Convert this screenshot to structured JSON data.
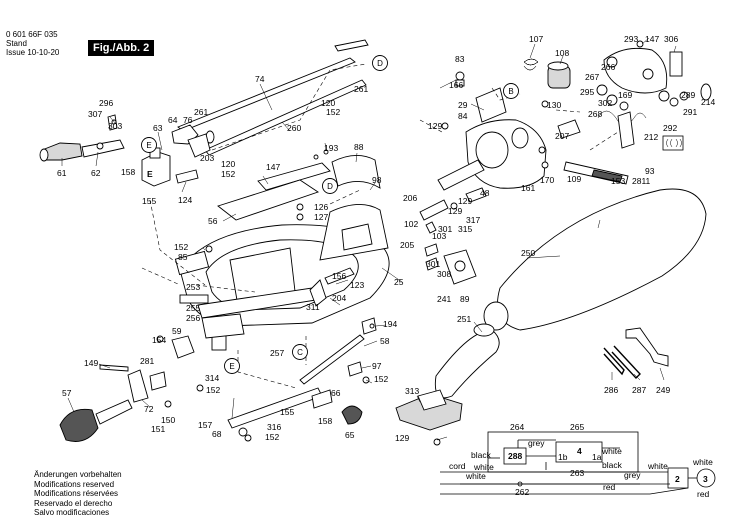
{
  "header": {
    "part_number": "0 601 66F 035",
    "stand_label": "Stand",
    "stand_value": "",
    "issue_label": "Issue",
    "issue_value": "10-10-20",
    "figure_label": "Fig./Abb. 2"
  },
  "notes": [
    "Änderungen vorbehalten",
    "Modifications reserved",
    "Modifications réservées",
    "Reservado el derecho",
    "Salvo modificaciones"
  ],
  "circle_refs": [
    "D",
    "B",
    "E",
    "D",
    "E",
    "C"
  ],
  "callouts": [
    "74",
    "260",
    "261",
    "120",
    "152",
    "296",
    "307",
    "303",
    "61",
    "62",
    "63",
    "64",
    "76",
    "261",
    "203",
    "158",
    "E",
    "155",
    "124",
    "120",
    "152",
    "147",
    "193",
    "88",
    "56",
    "126",
    "127",
    "98",
    "152",
    "85",
    "253",
    "255",
    "256",
    "59",
    "154",
    "257",
    "149",
    "281",
    "314",
    "57",
    "72",
    "152",
    "150",
    "151",
    "155",
    "66",
    "157",
    "68",
    "316",
    "152",
    "158",
    "65",
    "97",
    "152",
    "58",
    "194",
    "156",
    "123",
    "204",
    "311",
    "25",
    "206",
    "102",
    "129",
    "103",
    "205",
    "301",
    "315",
    "317",
    "301",
    "308",
    "89",
    "241",
    "83",
    "166",
    "29",
    "84",
    "129",
    "107",
    "108",
    "130",
    "207",
    "48",
    "129",
    "170",
    "161",
    "109",
    "153",
    "93",
    "2811",
    "293",
    "147",
    "306",
    "266",
    "267",
    "295",
    "302",
    "169",
    "268",
    "212",
    "292",
    "289",
    "291",
    "214",
    "250",
    "251",
    "313",
    "129",
    "286",
    "287",
    "249"
  ],
  "wiring": {
    "labels": [
      "264",
      "265",
      "grey",
      "white",
      "black",
      "288",
      "4",
      "1b",
      "1a",
      "black",
      "white",
      "cord",
      "white",
      "262",
      "263",
      "grey",
      "white",
      "red",
      "2",
      "3",
      "white",
      "red"
    ]
  }
}
